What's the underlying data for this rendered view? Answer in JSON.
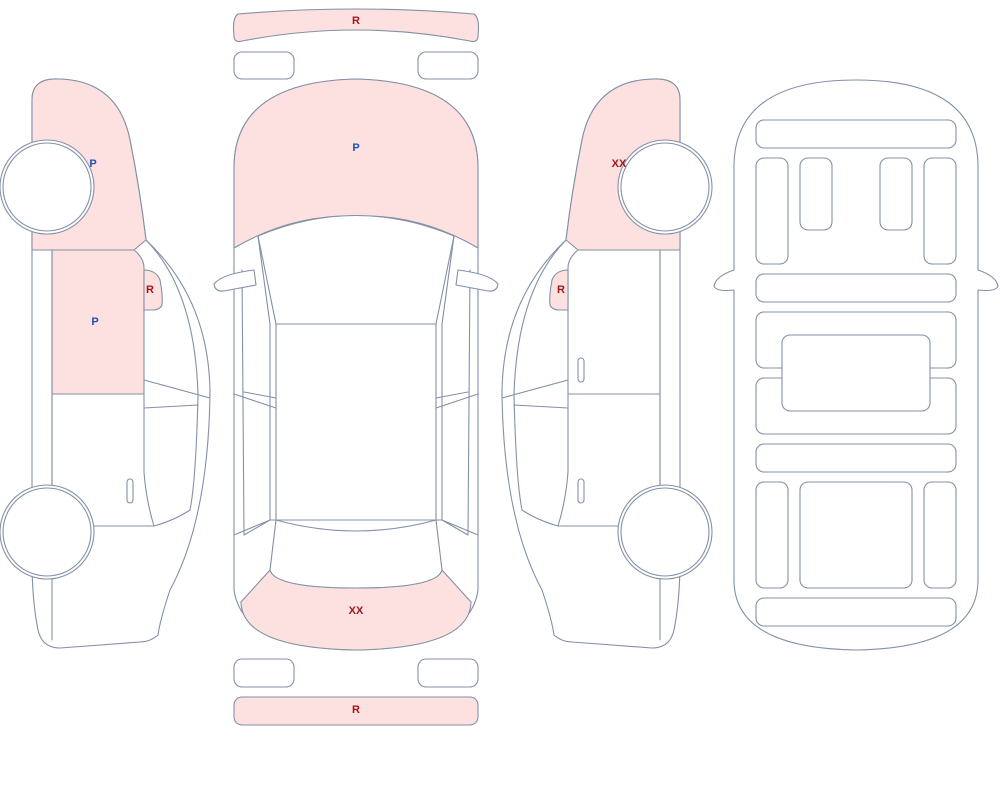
{
  "colors": {
    "outline": "#8390a6",
    "marked_fill": "#fde1e0",
    "unmarked_fill": "#ffffff",
    "code_blue": "#1f4fb3",
    "code_red": "#a01818"
  },
  "marks": {
    "front_bumper": "R",
    "hood": "P",
    "rear_bumper": "R",
    "trunk": "XX",
    "left_front_fender": "P",
    "left_front_door": "P",
    "left_mirror": "R",
    "right_front_fender": "XX",
    "right_mirror": "R"
  }
}
